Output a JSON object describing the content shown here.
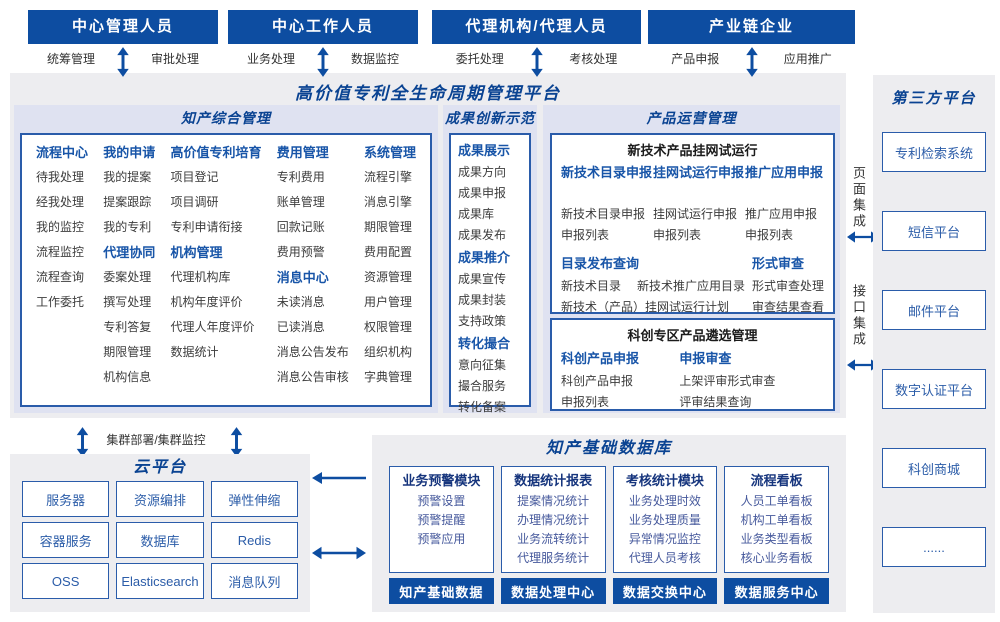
{
  "colors": {
    "primary_blue": "#0d4da1",
    "title_blue": "#0a4392",
    "section_bg": "#dfe2f1",
    "panel_bg": "#ededf0",
    "box_border": "#2a5caa"
  },
  "top_roles": [
    {
      "title": "中心管理人员",
      "left_label": "统筹管理",
      "right_label": "审批处理"
    },
    {
      "title": "中心工作人员",
      "left_label": "业务处理",
      "right_label": "数据监控"
    },
    {
      "title": "代理机构/代理人员",
      "left_label": "委托处理",
      "right_label": "考核处理"
    },
    {
      "title": "产业链企业",
      "left_label": "产品申报",
      "right_label": "应用推广"
    }
  ],
  "platform_title": "高价值专利全生命周期管理平台",
  "ip_management": {
    "title": "知产综合管理",
    "columns": [
      {
        "groups": [
          {
            "header": "流程中心",
            "items": [
              "待我处理",
              "经我处理",
              "我的监控",
              "流程监控",
              "流程查询",
              "工作委托"
            ]
          }
        ]
      },
      {
        "groups": [
          {
            "header": "我的申请",
            "items": [
              "我的提案",
              "提案跟踪",
              "我的专利"
            ]
          },
          {
            "header": "代理协同",
            "items": [
              "委案处理",
              "撰写处理",
              "专利答复",
              "期限管理",
              "机构信息"
            ]
          }
        ]
      },
      {
        "groups": [
          {
            "header": "高价值专利培育",
            "items": [
              "项目登记",
              "项目调研",
              "专利申请衔接"
            ]
          },
          {
            "header": "机构管理",
            "items": [
              "代理机构库",
              "机构年度评价",
              "代理人年度评价",
              "数据统计"
            ]
          }
        ]
      },
      {
        "groups": [
          {
            "header": "费用管理",
            "items": [
              "专利费用",
              "账单管理",
              "回款记账",
              "费用预警"
            ]
          },
          {
            "header": "消息中心",
            "items": [
              "未读消息",
              "已读消息",
              "消息公告发布",
              "消息公告审核"
            ]
          }
        ]
      },
      {
        "groups": [
          {
            "header": "系统管理",
            "items": [
              "流程引擎",
              "消息引擎",
              "期限管理",
              "费用配置",
              "资源管理",
              "用户管理",
              "权限管理",
              "组织机构",
              "字典管理"
            ]
          }
        ]
      }
    ]
  },
  "achievement": {
    "title": "成果创新示范",
    "groups": [
      {
        "header": "成果展示",
        "items": [
          "成果方向",
          "成果申报",
          "成果库",
          "成果发布"
        ]
      },
      {
        "header": "成果推介",
        "items": [
          "成果宣传",
          "成果封装",
          "支持政策"
        ]
      },
      {
        "header": "转化撮合",
        "items": [
          "意向征集",
          "撮合服务",
          "转化备案"
        ]
      }
    ]
  },
  "product_ops": {
    "title": "产品运营管理",
    "box1": {
      "title": "新技术产品挂网试运行",
      "groups_row1": [
        {
          "header": "新技术目录申报",
          "items": [
            "新技术目录申报",
            "申报列表"
          ]
        },
        {
          "header": "挂网试运行申报",
          "items": [
            "挂网试运行申报",
            "申报列表"
          ]
        },
        {
          "header": "推广应用申报",
          "items": [
            "推广应用申报",
            "申报列表"
          ]
        }
      ],
      "groups_row2": [
        {
          "header": "目录发布查询",
          "items": [
            "新技术目录",
            "新技术推广应用目录",
            "新技术（产品）挂网试运行计划"
          ]
        },
        {
          "header": "形式审查",
          "items": [
            "形式审查处理",
            "审查结果查看"
          ]
        }
      ]
    },
    "box2": {
      "title": "科创专区产品遴选管理",
      "groups": [
        {
          "header": "科创产品申报",
          "items": [
            "科创产品申报",
            "申报列表"
          ]
        },
        {
          "header": "申报审查",
          "items": [
            "上架评审形式审查",
            "评审结果查询"
          ]
        }
      ]
    }
  },
  "cluster_label": "集群部署/集群监控",
  "cloud": {
    "title": "云平台",
    "items": [
      "服务器",
      "资源编排",
      "弹性伸缩",
      "容器服务",
      "数据库",
      "Redis",
      "OSS",
      "Elasticsearch",
      "消息队列"
    ]
  },
  "database": {
    "title": "知产基础数据库",
    "columns": [
      {
        "header": "业务预警模块",
        "items": [
          "预警设置",
          "预警提醒",
          "预警应用"
        ]
      },
      {
        "header": "数据统计报表",
        "items": [
          "提案情况统计",
          "办理情况统计",
          "业务流转统计",
          "代理服务统计"
        ]
      },
      {
        "header": "考核统计模块",
        "items": [
          "业务处理时效",
          "业务处理质量",
          "异常情况监控",
          "代理人员考核"
        ]
      },
      {
        "header": "流程看板",
        "items": [
          "人员工单看板",
          "机构工单看板",
          "业务类型看板",
          "核心业务看板"
        ]
      }
    ],
    "footer_bars": [
      "知产基础数据",
      "数据处理中心",
      "数据交换中心",
      "数据服务中心"
    ]
  },
  "third_party": {
    "title": "第三方平台",
    "items": [
      "专利检索系统",
      "短信平台",
      "邮件平台",
      "数字认证平台",
      "科创商城",
      "......"
    ]
  },
  "integration": {
    "page": "页面集成",
    "api": "接口集成"
  }
}
